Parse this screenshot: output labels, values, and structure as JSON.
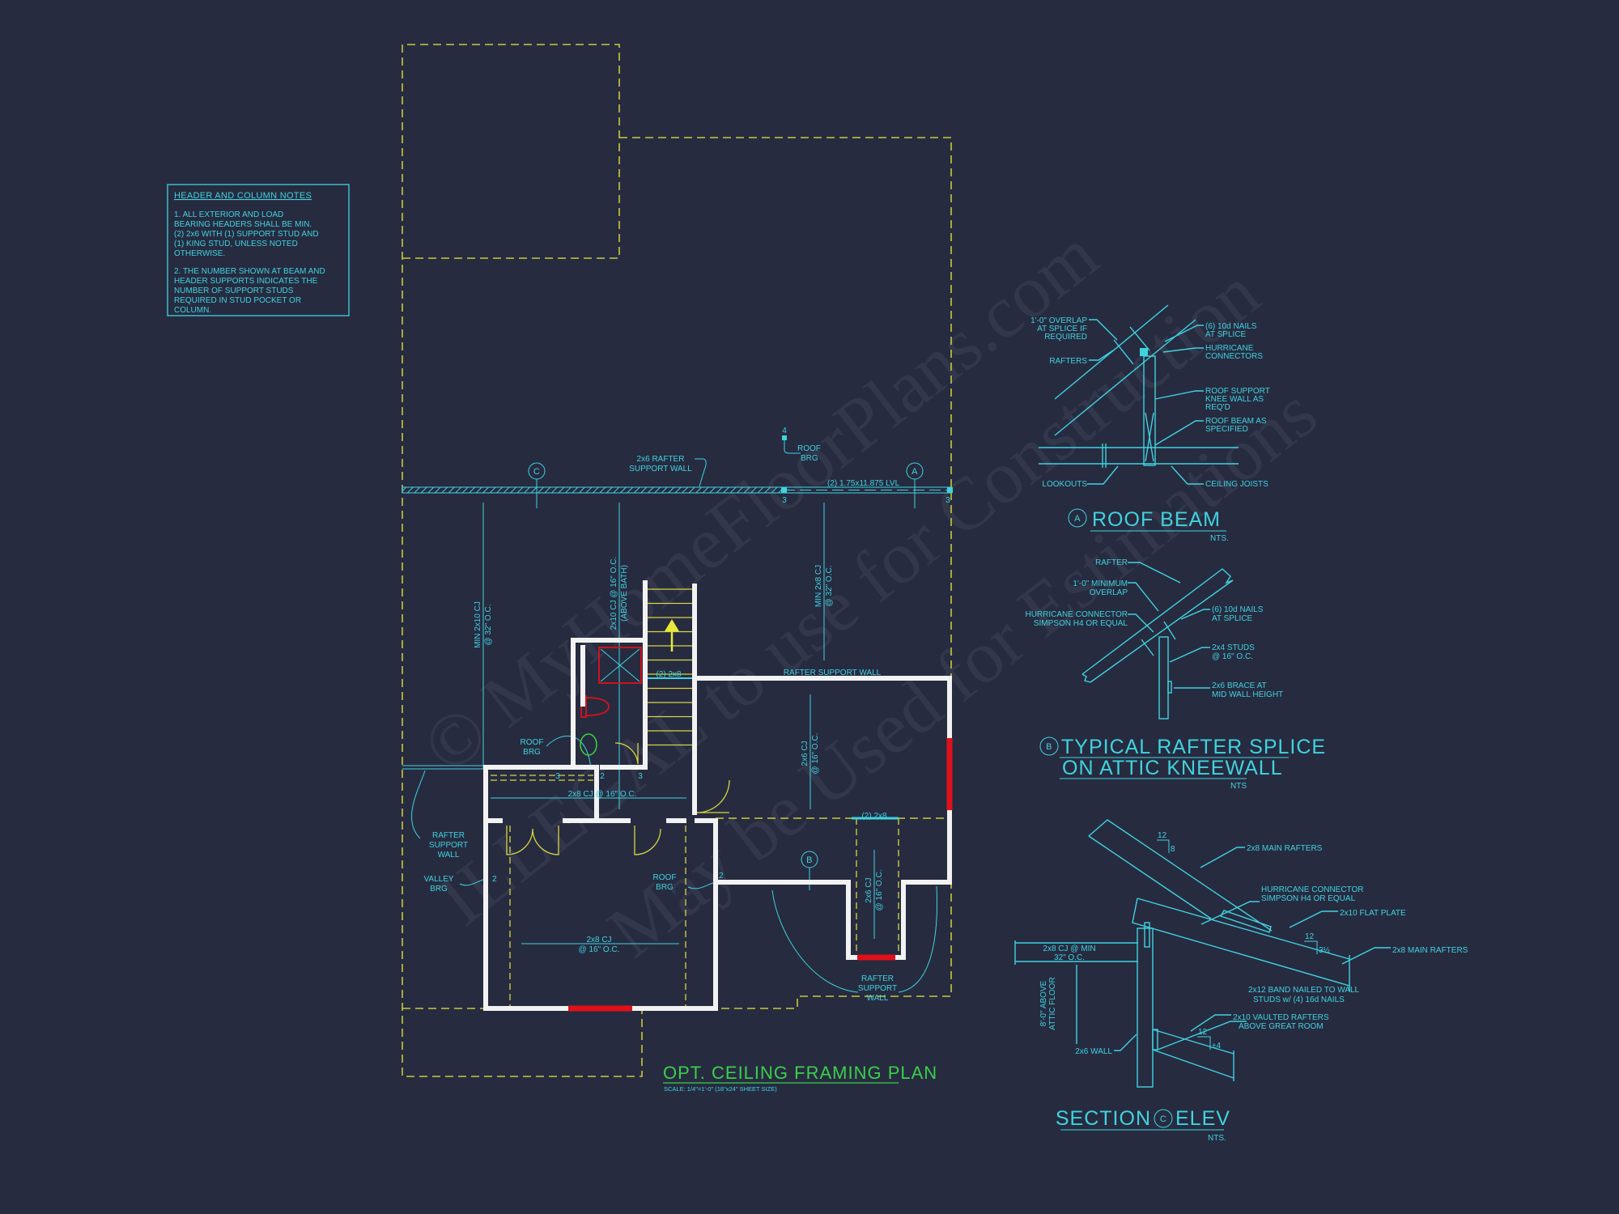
{
  "colors": {
    "background": "#272b40",
    "annotation": "#3fd3df",
    "walls": "#f2f2f2",
    "openings": "#e0101a",
    "dashed_outline": "#c9c93a",
    "plan_title": "#39d04a"
  },
  "watermark": {
    "line1": "© MyHomeFloorPlans.com",
    "line2": "ILLEGAL to use for Construction",
    "line3": "May be Used for Estimations"
  },
  "notes": {
    "title": "HEADER AND COLUMN NOTES",
    "lines": [
      "1. ALL EXTERIOR AND LOAD",
      "BEARING HEADERS SHALL BE MIN.",
      "(2) 2x6 WITH (1) SUPPORT STUD AND",
      "(1) KING STUD, UNLESS NOTED",
      "OTHERWISE.",
      "2. THE NUMBER SHOWN AT BEAM AND",
      "HEADER SUPPORTS INDICATES THE",
      "NUMBER OF SUPPORT STUDS",
      "REQUIRED IN STUD POCKET OR",
      "COLUMN."
    ]
  },
  "plan": {
    "title": "OPT. CEILING FRAMING PLAN",
    "scale": "SCALE: 1/4\"=1'-0\" (18\"x24\" SHEET SIZE)",
    "grid_c": "C",
    "grid_a": "A",
    "grid_b": "B",
    "rafter_support_wall_2x6": [
      "2x6 RAFTER",
      "SUPPORT WALL"
    ],
    "lvl": "(2) 1.75x11.875 LVL",
    "roof_brg_top": [
      "ROOF",
      "BRG"
    ],
    "studs_4": "4",
    "studs_3a": "3",
    "studs_3b": "3",
    "cj_left": [
      "MIN 2x10 CJ",
      "@ 32\" O.C."
    ],
    "cj_bath": [
      "2x10 CJ @ 16\" O.C.",
      "(ABOVE BATH)"
    ],
    "cj_right": [
      "MIN 2x8 CJ",
      "@ 32\" O.C."
    ],
    "header_stair": "(2) 2x8",
    "rafter_support_wall": "RAFTER SUPPORT WALL",
    "cj_2x6_upper": [
      "2x6 CJ",
      "@ 16\" O.C."
    ],
    "roof_brg_mid": [
      "ROOF",
      "BRG"
    ],
    "studs_row": [
      "3",
      "2",
      "3"
    ],
    "cj_2x8_hall": "2x8 CJ    @ 16\" O.C.",
    "header_b": "(2) 2x8",
    "rafter_support_wall_left": [
      "RAFTER",
      "SUPPORT",
      "WALL"
    ],
    "valley_brg": [
      "VALLEY",
      "BRG"
    ],
    "studs_valley": "2",
    "roof_brg_right": [
      "ROOF",
      "BRG"
    ],
    "studs_roof_right": "2",
    "cj_2x6_lower": [
      "2x6 CJ",
      "@ 16\" O.C."
    ],
    "cj_2x8_room": [
      "2x8 CJ",
      "@ 16\" O.C."
    ],
    "rafter_support_wall_right": [
      "RAFTER",
      "SUPPORT",
      "WALL"
    ]
  },
  "detail_a": {
    "marker": "A",
    "title": "ROOF BEAM",
    "nts": "NTS.",
    "overlap": [
      "1'-0\" OVERLAP",
      "AT SPLICE IF",
      "REQUIRED"
    ],
    "nails": [
      "(6) 10d NAILS",
      "AT SPLICE"
    ],
    "hurricane": [
      "HURRICANE",
      "CONNECTORS"
    ],
    "rafters": "RAFTERS",
    "knee_wall": [
      "ROOF SUPPORT",
      "KNEE WALL AS",
      "REQ'D"
    ],
    "beam": [
      "ROOF BEAM AS",
      "SPECIFIED"
    ],
    "lookouts": "LOOKOUTS",
    "ceiling_joists": "CEILING JOISTS"
  },
  "detail_b": {
    "marker": "B",
    "title_line1": "TYPICAL RAFTER SPLICE",
    "title_line2": "ON ATTIC KNEEWALL",
    "nts": "NTS",
    "rafter": "RAFTER",
    "overlap": [
      "1'-0\" MINIMUM",
      "OVERLAP"
    ],
    "hurricane": [
      "HURRICANE CONNECTOR",
      "SIMPSON H4 OR EQUAL"
    ],
    "nails": [
      "(6) 10d NAILS",
      "AT SPLICE"
    ],
    "studs": [
      "2x4 STUDS",
      "@ 16\" O.C."
    ],
    "brace": [
      "2x6 BRACE AT",
      "MID WALL HEIGHT"
    ]
  },
  "detail_c": {
    "title_left": "SECTION",
    "marker": "C",
    "title_right": "ELEV",
    "nts": "NTS.",
    "main_rafters_1": "2x8 MAIN RAFTERS",
    "hurricane": [
      "HURRICANE CONNECTOR",
      "SIMPSON H4 OR EQUAL"
    ],
    "flat_plate": "2x10 FLAT PLATE",
    "main_rafters_2": "2x8 MAIN RAFTERS",
    "band": [
      "2x12 BAND NAILED TO WALL",
      "STUDS w/ (4) 16d NAILS"
    ],
    "vaulted": [
      "2x10 VAULTED RAFTERS",
      "ABOVE GREAT ROOM"
    ],
    "wall": "2x6 WALL",
    "cj": [
      "2x8 CJ @ MIN",
      "32\" O.C."
    ],
    "height": [
      "8'-0\" ABOVE",
      "ATTIC FLOOR"
    ],
    "pitch_1": [
      "12",
      "8"
    ],
    "pitch_2": [
      "12",
      "3½"
    ],
    "pitch_3": [
      "12",
      "±4"
    ]
  }
}
